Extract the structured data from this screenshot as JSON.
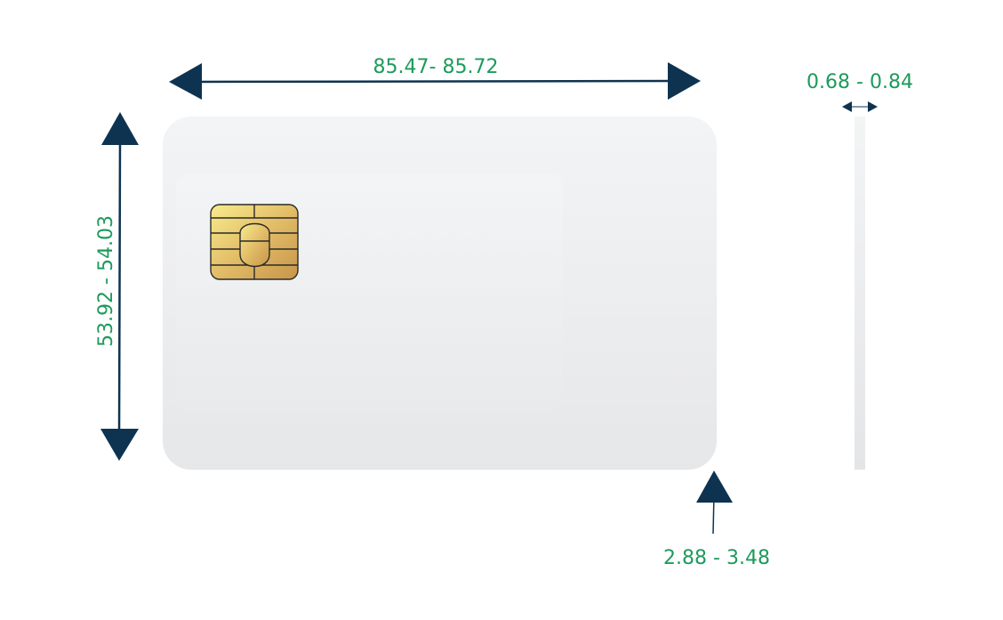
{
  "dimensions": {
    "width": "85.47-  85.72",
    "height": "53.92  -  54.03",
    "thickness": "0.68 -  0.84",
    "corner_radius": "2.88 -  3.48"
  },
  "colors": {
    "arrow": "#0e3350",
    "label": "#1d9a5c",
    "card_top": "#f3f4f5",
    "card_bottom": "#e6e7e9",
    "chip_light": "#f8e98a",
    "chip_dark": "#c9964a"
  }
}
